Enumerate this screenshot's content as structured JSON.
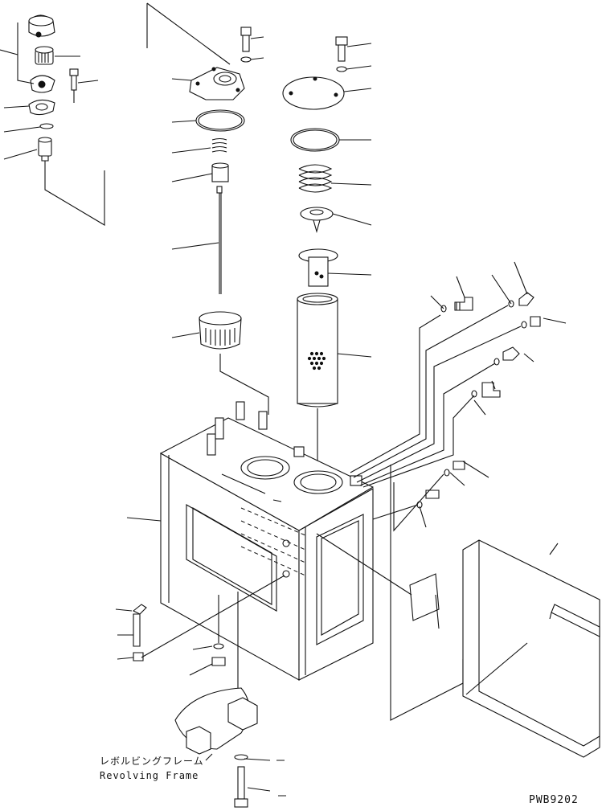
{
  "drawing": {
    "frame_label_jp": "レボルビングフレーム",
    "frame_label_en": "Revolving Frame",
    "drawing_code": "PWB9202"
  }
}
